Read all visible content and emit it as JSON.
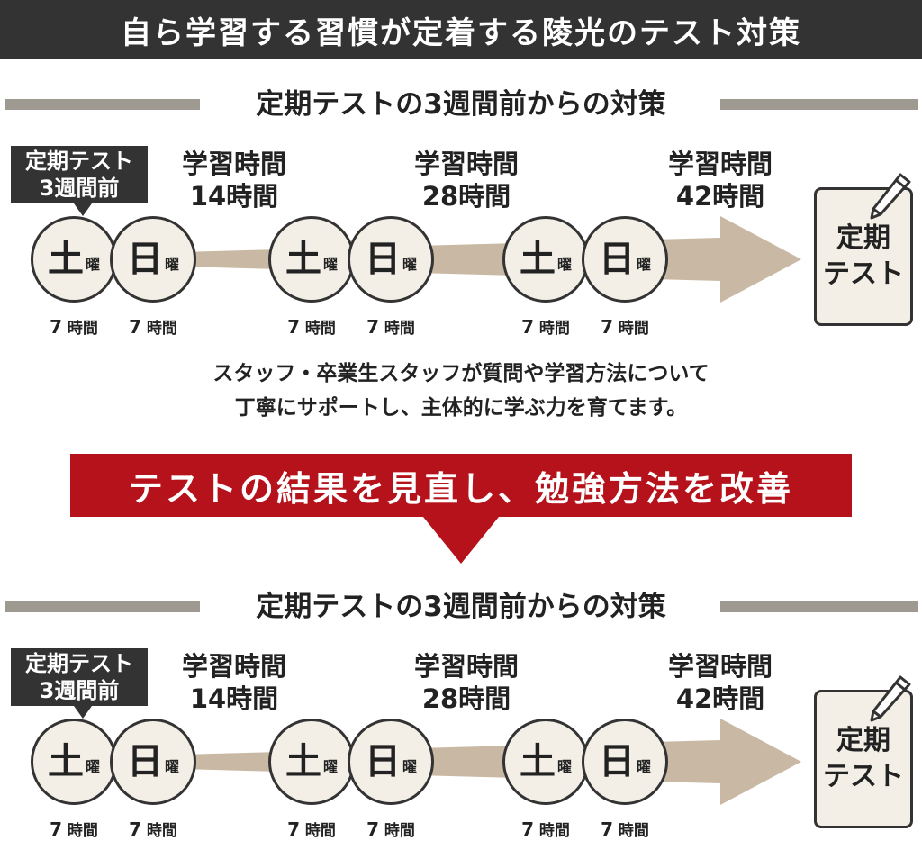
{
  "header": {
    "title": "自ら学習する習慣が定着する陵光のテスト対策"
  },
  "sections": [
    {
      "title": "定期テストの3週間前からの対策",
      "label_line1": "定期テスト",
      "label_line2": "3週間前",
      "hours": [
        {
          "line1": "学習時間",
          "line2": "14時間"
        },
        {
          "line1": "学習時間",
          "line2": "28時間"
        },
        {
          "line1": "学習時間",
          "line2": "42時間"
        }
      ],
      "days": [
        {
          "big": "土",
          "small": "曜",
          "dur_num": "7",
          "dur_unit": "時間"
        },
        {
          "big": "日",
          "small": "曜",
          "dur_num": "7",
          "dur_unit": "時間"
        },
        {
          "big": "土",
          "small": "曜",
          "dur_num": "7",
          "dur_unit": "時間"
        },
        {
          "big": "日",
          "small": "曜",
          "dur_num": "7",
          "dur_unit": "時間"
        },
        {
          "big": "土",
          "small": "曜",
          "dur_num": "7",
          "dur_unit": "時間"
        },
        {
          "big": "日",
          "small": "曜",
          "dur_num": "7",
          "dur_unit": "時間"
        }
      ],
      "goal_line1": "定期",
      "goal_line2": "テスト"
    },
    {
      "title": "定期テストの3週間前からの対策",
      "label_line1": "定期テスト",
      "label_line2": "3週間前",
      "hours": [
        {
          "line1": "学習時間",
          "line2": "14時間"
        },
        {
          "line1": "学習時間",
          "line2": "28時間"
        },
        {
          "line1": "学習時間",
          "line2": "42時間"
        }
      ],
      "days": [
        {
          "big": "土",
          "small": "曜",
          "dur_num": "7",
          "dur_unit": "時間"
        },
        {
          "big": "日",
          "small": "曜",
          "dur_num": "7",
          "dur_unit": "時間"
        },
        {
          "big": "土",
          "small": "曜",
          "dur_num": "7",
          "dur_unit": "時間"
        },
        {
          "big": "日",
          "small": "曜",
          "dur_num": "7",
          "dur_unit": "時間"
        },
        {
          "big": "土",
          "small": "曜",
          "dur_num": "7",
          "dur_unit": "時間"
        },
        {
          "big": "日",
          "small": "曜",
          "dur_num": "7",
          "dur_unit": "時間"
        }
      ],
      "goal_line1": "定期",
      "goal_line2": "テスト"
    }
  ],
  "description": {
    "line1": "スタッフ・卒業生スタッフが質問や学習方法について",
    "line2": "丁寧にサポートし、主体的に学ぶ力を育てます。"
  },
  "banner": {
    "text": "テストの結果を見直し、勉強方法を改善"
  },
  "colors": {
    "dark": "#333333",
    "accent_red": "#b5121b",
    "arrow_tan": "#c9b9a4",
    "circle_fill": "#f3efe7",
    "rule_gray": "#9e9a91"
  },
  "icons": {
    "goal": "document-icon",
    "pen": "pen-icon"
  }
}
